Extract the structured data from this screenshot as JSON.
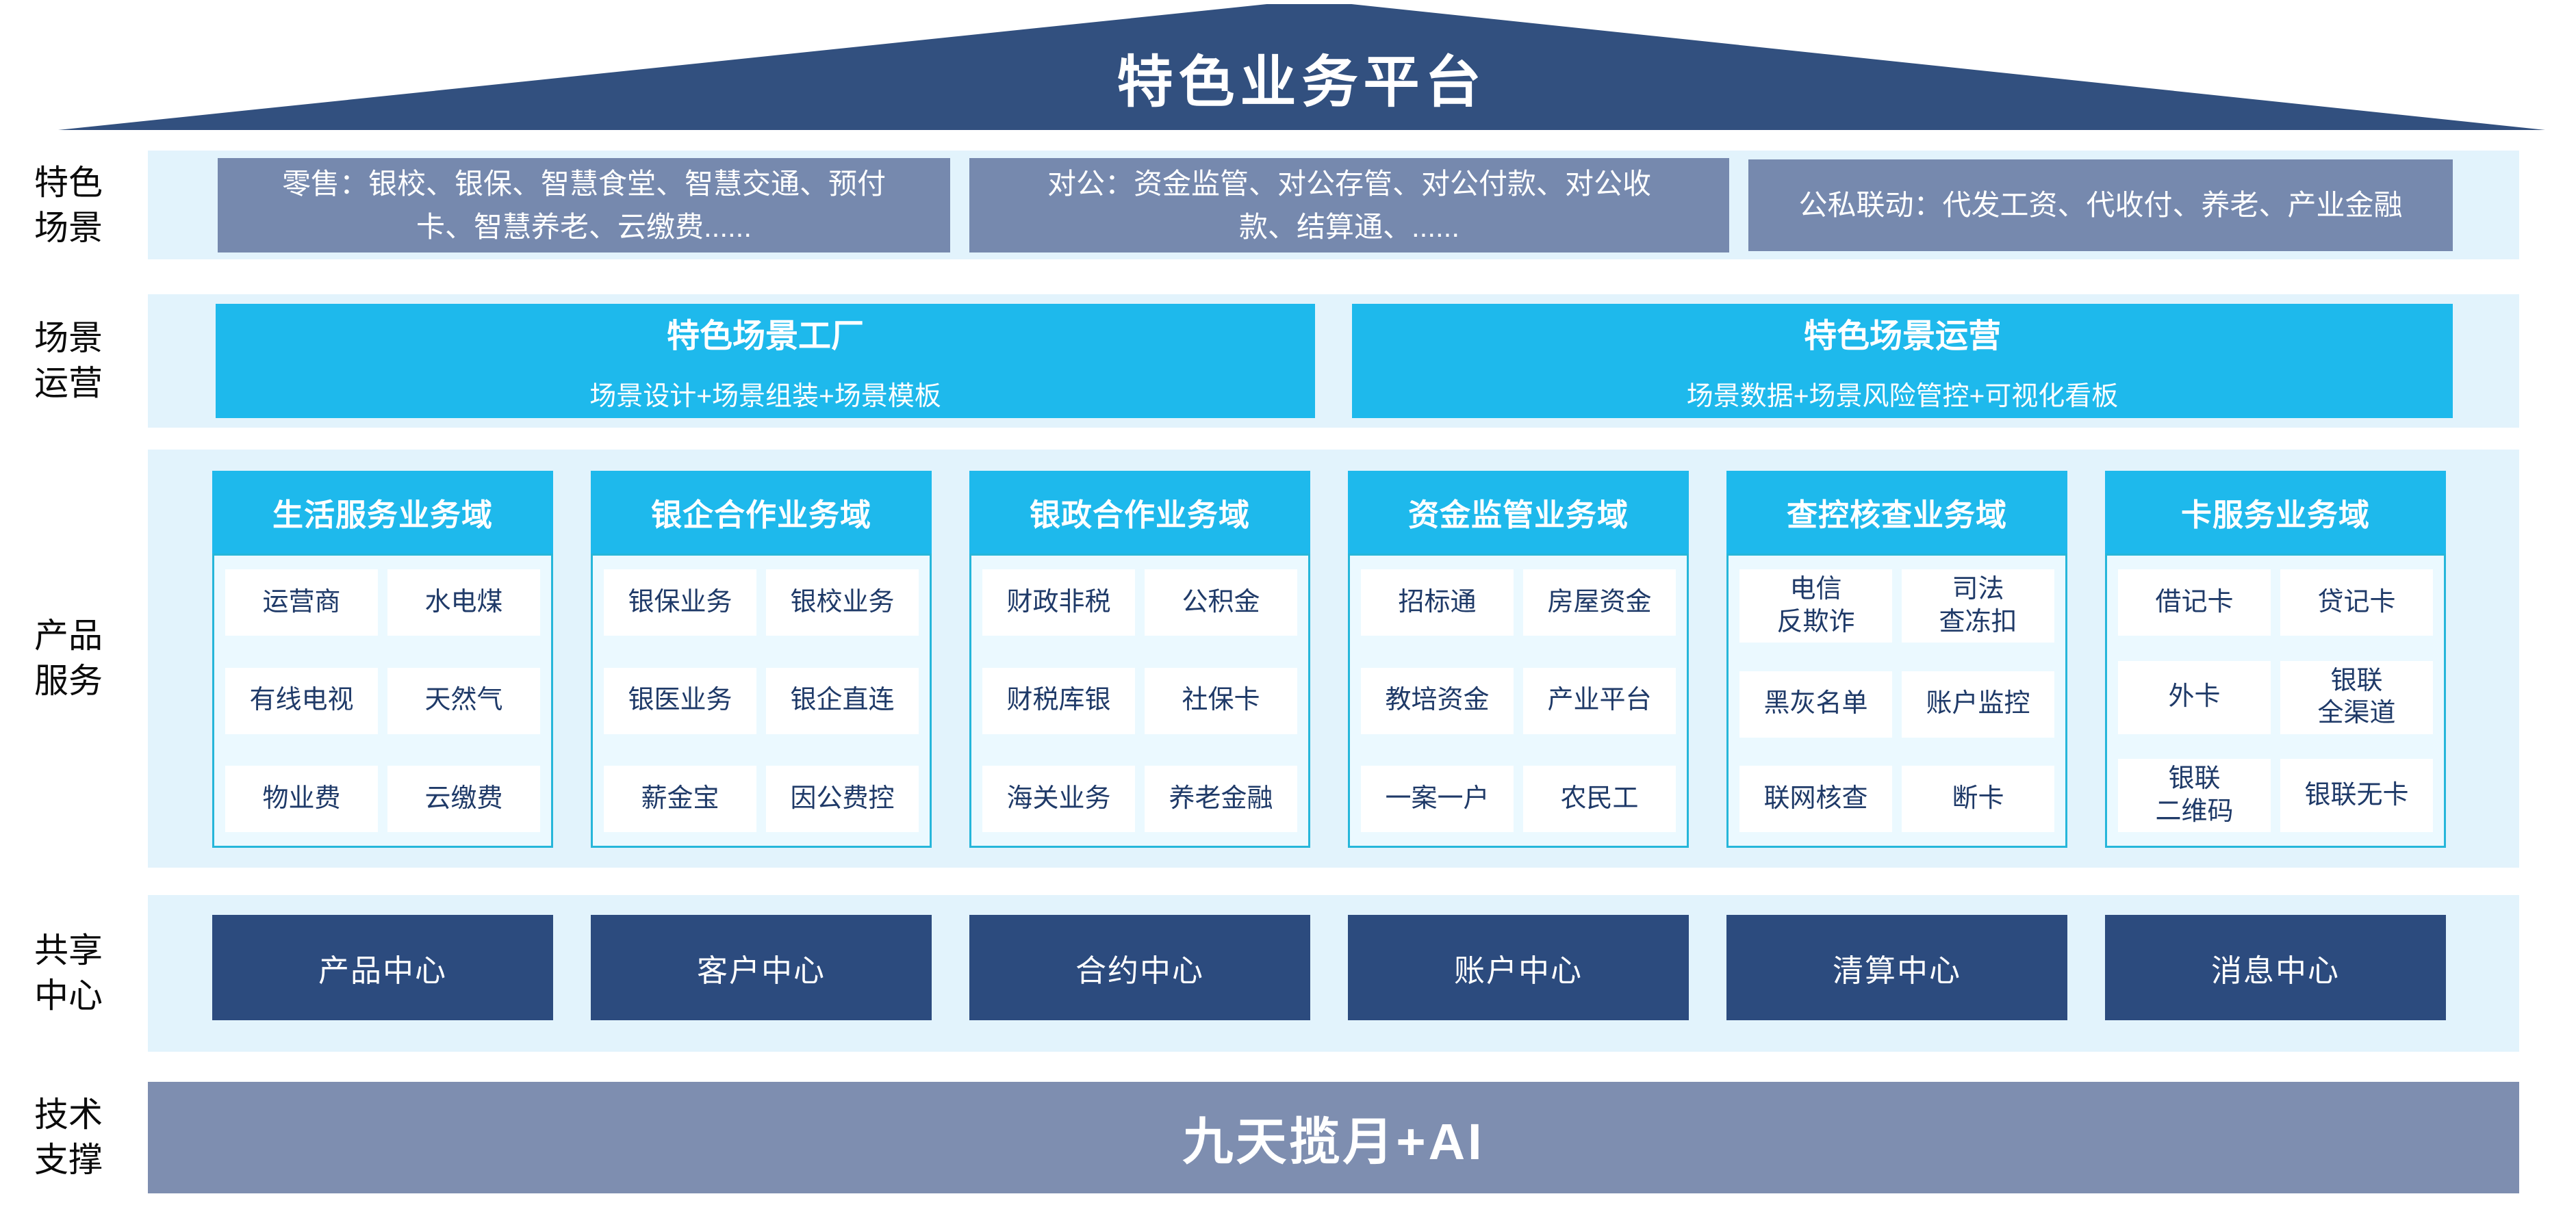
{
  "roof": {
    "title": "特色业务平台"
  },
  "scenario_row": {
    "label": "特色场景",
    "boxes": [
      "零售：银校、银保、智慧食堂、智慧交通、预付卡、智慧养老、云缴费......",
      "对公：资金监管、对公存管、对公付款、对公收款、结算通、......",
      "公私联动：代发工资、代收付、养老、产业金融"
    ]
  },
  "operation_row": {
    "label": "场景运营",
    "boxes": [
      {
        "title": "特色场景工厂",
        "subtitle": "场景设计+场景组装+场景模板"
      },
      {
        "title": "特色场景运营",
        "subtitle": "场景数据+场景风险管控+可视化看板"
      }
    ]
  },
  "product_row": {
    "label": "产品服务",
    "columns": [
      {
        "header": "生活服务业务域",
        "cells": [
          "运营商",
          "水电煤",
          "有线电视",
          "天然气",
          "物业费",
          "云缴费"
        ]
      },
      {
        "header": "银企合作业务域",
        "cells": [
          "银保业务",
          "银校业务",
          "银医业务",
          "银企直连",
          "薪金宝",
          "因公费控"
        ]
      },
      {
        "header": "银政合作业务域",
        "cells": [
          "财政非税",
          "公积金",
          "财税库银",
          "社保卡",
          "海关业务",
          "养老金融"
        ]
      },
      {
        "header": "资金监管业务域",
        "cells": [
          "招标通",
          "房屋资金",
          "教培资金",
          "产业平台",
          "一案一户",
          "农民工"
        ]
      },
      {
        "header": "查控核查业务域",
        "cells": [
          "电信\n反欺诈",
          "司法\n查冻扣",
          "黑灰名单",
          "账户监控",
          "联网核查",
          "断卡"
        ]
      },
      {
        "header": "卡服务业务域",
        "cells": [
          "借记卡",
          "贷记卡",
          "外卡",
          "银联\n全渠道",
          "银联\n二维码",
          "银联无卡"
        ]
      }
    ]
  },
  "center_row": {
    "label": "共享中心",
    "boxes": [
      "产品中心",
      "客户中心",
      "合约中心",
      "账户中心",
      "清算中心",
      "消息中心"
    ]
  },
  "tech_row": {
    "label": "技术支撑",
    "text": "九天揽月+AI"
  },
  "colors": {
    "roof_navy": "#32507F",
    "center_box_navy": "#2C4B7E",
    "cyan": "#1EB9EC",
    "teal_border": "#26B6DA",
    "scenario_gray": "#7689AE",
    "tech_gray": "#7E8EB0",
    "band_light_blue": "#E2F3FC",
    "cell_text_navy": "#1F3A68"
  }
}
